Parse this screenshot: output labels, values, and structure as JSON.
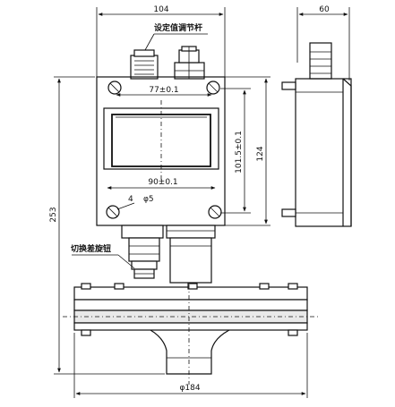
{
  "labels": {
    "setpoint_rod": "设定值调节杆",
    "switch_knob": "切换差旋钮",
    "width_main": "104",
    "width_side": "60",
    "window_top": "77±0.1",
    "window_bottom": "90±0.1",
    "hole_count": "4",
    "hole_dia": "φ5",
    "inner_height": "101.5±0.1",
    "outer_height": "124",
    "total_height": "253",
    "flange_dia": "φ184"
  }
}
